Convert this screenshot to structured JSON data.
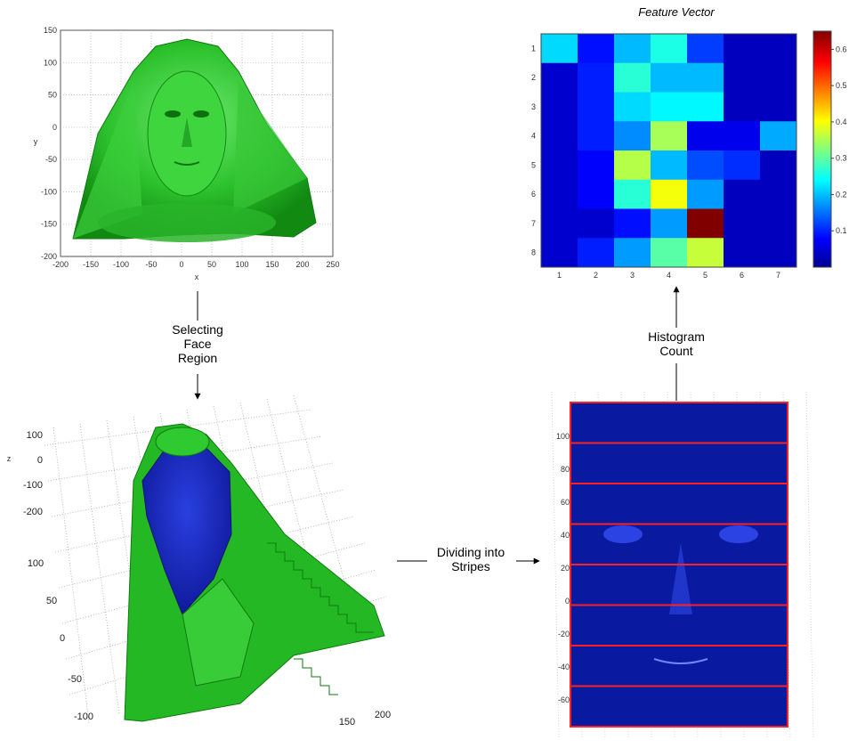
{
  "labels": {
    "feature_vector_title": "Feature Vector",
    "step_select_1": "Selecting",
    "step_select_2": "Face",
    "step_select_3": "Region",
    "step_histogram_1": "Histogram",
    "step_histogram_2": "Count",
    "step_divide_1": "Dividing into",
    "step_divide_2": "Stripes"
  },
  "face_plot": {
    "x_ticks": [
      "-200",
      "-150",
      "-100",
      "-50",
      "0",
      "50",
      "100",
      "150",
      "200",
      "250"
    ],
    "y_ticks": [
      "150",
      "100",
      "50",
      "0",
      "-50",
      "-100",
      "-150",
      "-200"
    ],
    "x_label": "x",
    "y_label": "y",
    "colors": {
      "mesh": "#22bb22",
      "mesh_dark": "#118811"
    }
  },
  "region_plot": {
    "z_ticks": [
      "100",
      "0",
      "-100",
      "-200"
    ],
    "z_label": "z",
    "y_ticks": [
      "100",
      "50",
      "0",
      "-50",
      "-100"
    ],
    "x_ticks": [
      "150",
      "200"
    ],
    "colors": {
      "mesh": "#22bb22",
      "region": "#1a2bbf"
    }
  },
  "stripe_plot": {
    "y_ticks": [
      "100",
      "80",
      "60",
      "40",
      "20",
      "0",
      "-20",
      "-40",
      "-60"
    ],
    "stripe_count": 8,
    "colors": {
      "background": "#0a1aa0",
      "stripe_line": "#ff2020"
    }
  },
  "chart_data": {
    "type": "heatmap",
    "title": "Feature Vector",
    "x_categories": [
      "1",
      "2",
      "3",
      "4",
      "5",
      "6",
      "7"
    ],
    "y_categories": [
      "1",
      "2",
      "3",
      "4",
      "5",
      "6",
      "7",
      "8"
    ],
    "values": [
      [
        0.22,
        0.09,
        0.2,
        0.26,
        0.12,
        0.04,
        0.04
      ],
      [
        0.05,
        0.1,
        0.27,
        0.2,
        0.2,
        0.04,
        0.04
      ],
      [
        0.05,
        0.1,
        0.22,
        0.24,
        0.24,
        0.04,
        0.04
      ],
      [
        0.05,
        0.1,
        0.17,
        0.35,
        0.07,
        0.07,
        0.19
      ],
      [
        0.05,
        0.08,
        0.36,
        0.2,
        0.13,
        0.11,
        0.04
      ],
      [
        0.05,
        0.08,
        0.27,
        0.4,
        0.18,
        0.04,
        0.04
      ],
      [
        0.05,
        0.05,
        0.09,
        0.18,
        0.65,
        0.04,
        0.04
      ],
      [
        0.05,
        0.1,
        0.18,
        0.3,
        0.37,
        0.04,
        0.04
      ]
    ],
    "colorbar_ticks": [
      "0.6",
      "0.5",
      "0.4",
      "0.3",
      "0.2",
      "0.1"
    ],
    "colorbar_range": [
      0,
      0.65
    ],
    "colormap": "jet",
    "grid": false
  }
}
